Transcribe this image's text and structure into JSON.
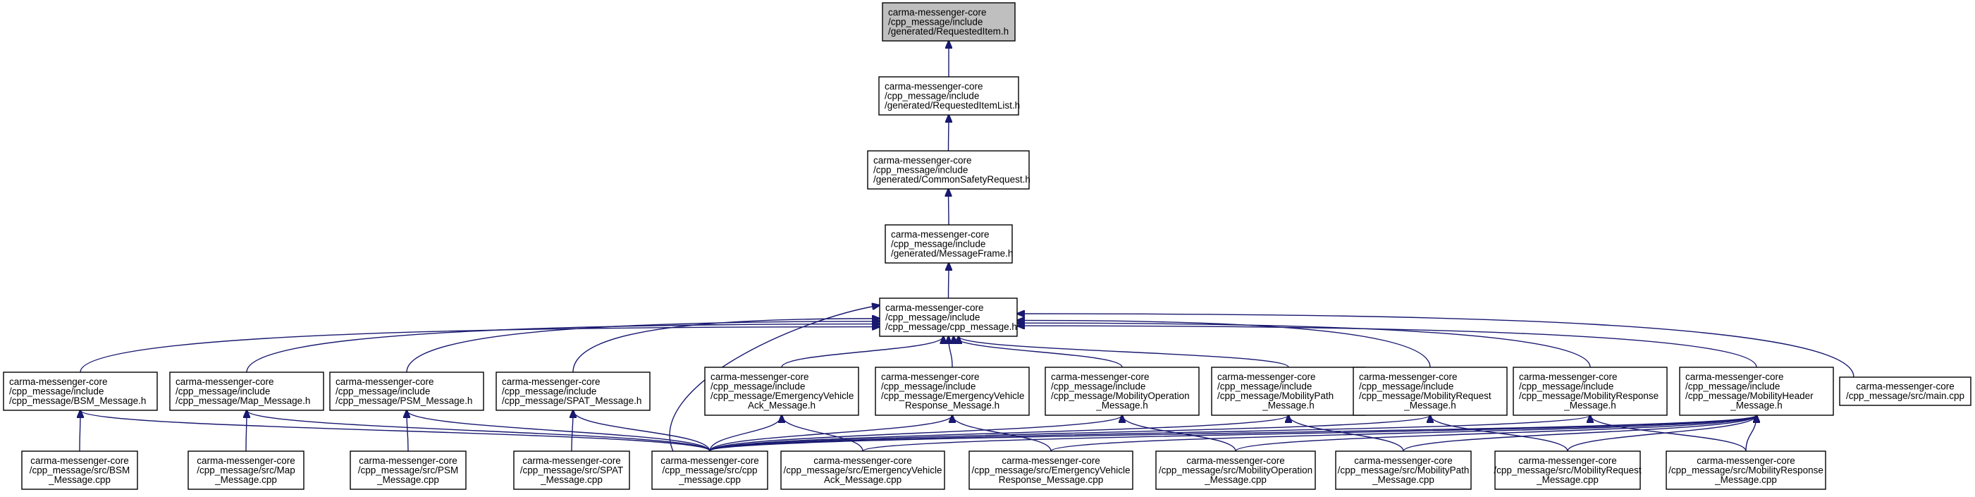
{
  "diagram": {
    "type": "include-dependency-graph",
    "colors": {
      "edge": "#191970",
      "root_fill": "#bfbfbf",
      "node_fill": "#ffffff",
      "border": "#000000"
    },
    "nodes": [
      {
        "id": "requesteditem_h",
        "lines": [
          "carma-messenger-core",
          "/cpp_message/include",
          "/generated/RequestedItem.h"
        ],
        "highlight": true
      },
      {
        "id": "requesteditemlist_h",
        "lines": [
          "carma-messenger-core",
          "/cpp_message/include",
          "/generated/RequestedItemList.h"
        ]
      },
      {
        "id": "commonsafetyrequest_h",
        "lines": [
          "carma-messenger-core",
          "/cpp_message/include",
          "/generated/CommonSafetyRequest.h"
        ]
      },
      {
        "id": "messageframe_h",
        "lines": [
          "carma-messenger-core",
          "/cpp_message/include",
          "/generated/MessageFrame.h"
        ]
      },
      {
        "id": "cpp_message_h",
        "lines": [
          "carma-messenger-core",
          "/cpp_message/include",
          "/cpp_message/cpp_message.h"
        ]
      },
      {
        "id": "bsm_h",
        "lines": [
          "carma-messenger-core",
          "/cpp_message/include",
          "/cpp_message/BSM_Message.h"
        ]
      },
      {
        "id": "map_h",
        "lines": [
          "carma-messenger-core",
          "/cpp_message/include",
          "/cpp_message/Map_Message.h"
        ]
      },
      {
        "id": "psm_h",
        "lines": [
          "carma-messenger-core",
          "/cpp_message/include",
          "/cpp_message/PSM_Message.h"
        ]
      },
      {
        "id": "spat_h",
        "lines": [
          "carma-messenger-core",
          "/cpp_message/include",
          "/cpp_message/SPAT_Message.h"
        ]
      },
      {
        "id": "eva_h",
        "lines": [
          "carma-messenger-core",
          "/cpp_message/include",
          "/cpp_message/EmergencyVehicle",
          "Ack_Message.h"
        ]
      },
      {
        "id": "evr_h",
        "lines": [
          "carma-messenger-core",
          "/cpp_message/include",
          "/cpp_message/EmergencyVehicle",
          "Response_Message.h"
        ]
      },
      {
        "id": "mobop_h",
        "lines": [
          "carma-messenger-core",
          "/cpp_message/include",
          "/cpp_message/MobilityOperation",
          "_Message.h"
        ]
      },
      {
        "id": "mobpath_h",
        "lines": [
          "carma-messenger-core",
          "/cpp_message/include",
          "/cpp_message/MobilityPath",
          "_Message.h"
        ]
      },
      {
        "id": "mobreq_h",
        "lines": [
          "carma-messenger-core",
          "/cpp_message/include",
          "/cpp_message/MobilityRequest",
          "_Message.h"
        ]
      },
      {
        "id": "mobresp_h",
        "lines": [
          "carma-messenger-core",
          "/cpp_message/include",
          "/cpp_message/MobilityResponse",
          "_Message.h"
        ]
      },
      {
        "id": "mobhdr_h",
        "lines": [
          "carma-messenger-core",
          "/cpp_message/include",
          "/cpp_message/MobilityHeader",
          "_Message.h"
        ]
      },
      {
        "id": "main_cpp",
        "lines": [
          "carma-messenger-core",
          "/cpp_message/src/main.cpp"
        ]
      },
      {
        "id": "bsm_cpp",
        "lines": [
          "carma-messenger-core",
          "/cpp_message/src/BSM",
          "_Message.cpp"
        ]
      },
      {
        "id": "map_cpp",
        "lines": [
          "carma-messenger-core",
          "/cpp_message/src/Map",
          "_Message.cpp"
        ]
      },
      {
        "id": "psm_cpp",
        "lines": [
          "carma-messenger-core",
          "/cpp_message/src/PSM",
          "_Message.cpp"
        ]
      },
      {
        "id": "spat_cpp",
        "lines": [
          "carma-messenger-core",
          "/cpp_message/src/SPAT",
          "_Message.cpp"
        ]
      },
      {
        "id": "cpp_message_cpp",
        "lines": [
          "carma-messenger-core",
          "/cpp_message/src/cpp",
          "_message.cpp"
        ]
      },
      {
        "id": "eva_cpp",
        "lines": [
          "carma-messenger-core",
          "/cpp_message/src/EmergencyVehicle",
          "Ack_Message.cpp"
        ]
      },
      {
        "id": "evr_cpp",
        "lines": [
          "carma-messenger-core",
          "/cpp_message/src/EmergencyVehicle",
          "Response_Message.cpp"
        ]
      },
      {
        "id": "mobop_cpp",
        "lines": [
          "carma-messenger-core",
          "/cpp_message/src/MobilityOperation",
          "_Message.cpp"
        ]
      },
      {
        "id": "mobpath_cpp",
        "lines": [
          "carma-messenger-core",
          "/cpp_message/src/MobilityPath",
          "_Message.cpp"
        ]
      },
      {
        "id": "mobreq_cpp",
        "lines": [
          "carma-messenger-core",
          "/cpp_message/src/MobilityRequest",
          "_Message.cpp"
        ]
      },
      {
        "id": "mobresp_cpp",
        "lines": [
          "carma-messenger-core",
          "/cpp_message/src/MobilityResponse",
          "_Message.cpp"
        ]
      }
    ],
    "edges": [
      {
        "from": "requesteditemlist_h",
        "to": "requesteditem_h"
      },
      {
        "from": "commonsafetyrequest_h",
        "to": "requesteditemlist_h"
      },
      {
        "from": "messageframe_h",
        "to": "commonsafetyrequest_h"
      },
      {
        "from": "cpp_message_h",
        "to": "messageframe_h"
      },
      {
        "from": "bsm_h",
        "to": "cpp_message_h"
      },
      {
        "from": "map_h",
        "to": "cpp_message_h"
      },
      {
        "from": "psm_h",
        "to": "cpp_message_h"
      },
      {
        "from": "spat_h",
        "to": "cpp_message_h"
      },
      {
        "from": "eva_h",
        "to": "cpp_message_h"
      },
      {
        "from": "evr_h",
        "to": "cpp_message_h"
      },
      {
        "from": "mobop_h",
        "to": "cpp_message_h"
      },
      {
        "from": "mobpath_h",
        "to": "cpp_message_h"
      },
      {
        "from": "mobreq_h",
        "to": "cpp_message_h"
      },
      {
        "from": "mobresp_h",
        "to": "cpp_message_h"
      },
      {
        "from": "mobhdr_h",
        "to": "cpp_message_h"
      },
      {
        "from": "main_cpp",
        "to": "cpp_message_h"
      },
      {
        "from": "cpp_message_cpp",
        "to": "cpp_message_h"
      },
      {
        "from": "bsm_cpp",
        "to": "bsm_h"
      },
      {
        "from": "map_cpp",
        "to": "map_h"
      },
      {
        "from": "psm_cpp",
        "to": "psm_h"
      },
      {
        "from": "spat_cpp",
        "to": "spat_h"
      },
      {
        "from": "cpp_message_cpp",
        "to": "bsm_h"
      },
      {
        "from": "cpp_message_cpp",
        "to": "map_h"
      },
      {
        "from": "cpp_message_cpp",
        "to": "psm_h"
      },
      {
        "from": "cpp_message_cpp",
        "to": "spat_h"
      },
      {
        "from": "cpp_message_cpp",
        "to": "eva_h"
      },
      {
        "from": "cpp_message_cpp",
        "to": "evr_h"
      },
      {
        "from": "cpp_message_cpp",
        "to": "mobop_h"
      },
      {
        "from": "cpp_message_cpp",
        "to": "mobpath_h"
      },
      {
        "from": "cpp_message_cpp",
        "to": "mobreq_h"
      },
      {
        "from": "cpp_message_cpp",
        "to": "mobresp_h"
      },
      {
        "from": "cpp_message_cpp",
        "to": "mobhdr_h"
      },
      {
        "from": "eva_cpp",
        "to": "eva_h"
      },
      {
        "from": "evr_cpp",
        "to": "evr_h"
      },
      {
        "from": "mobop_cpp",
        "to": "mobop_h"
      },
      {
        "from": "mobpath_cpp",
        "to": "mobpath_h"
      },
      {
        "from": "mobreq_cpp",
        "to": "mobreq_h"
      },
      {
        "from": "mobresp_cpp",
        "to": "mobresp_h"
      },
      {
        "from": "eva_cpp",
        "to": "mobhdr_h"
      },
      {
        "from": "evr_cpp",
        "to": "mobhdr_h"
      },
      {
        "from": "mobop_cpp",
        "to": "mobhdr_h"
      },
      {
        "from": "mobpath_cpp",
        "to": "mobhdr_h"
      },
      {
        "from": "mobreq_cpp",
        "to": "mobhdr_h"
      },
      {
        "from": "mobresp_cpp",
        "to": "mobhdr_h"
      }
    ]
  }
}
